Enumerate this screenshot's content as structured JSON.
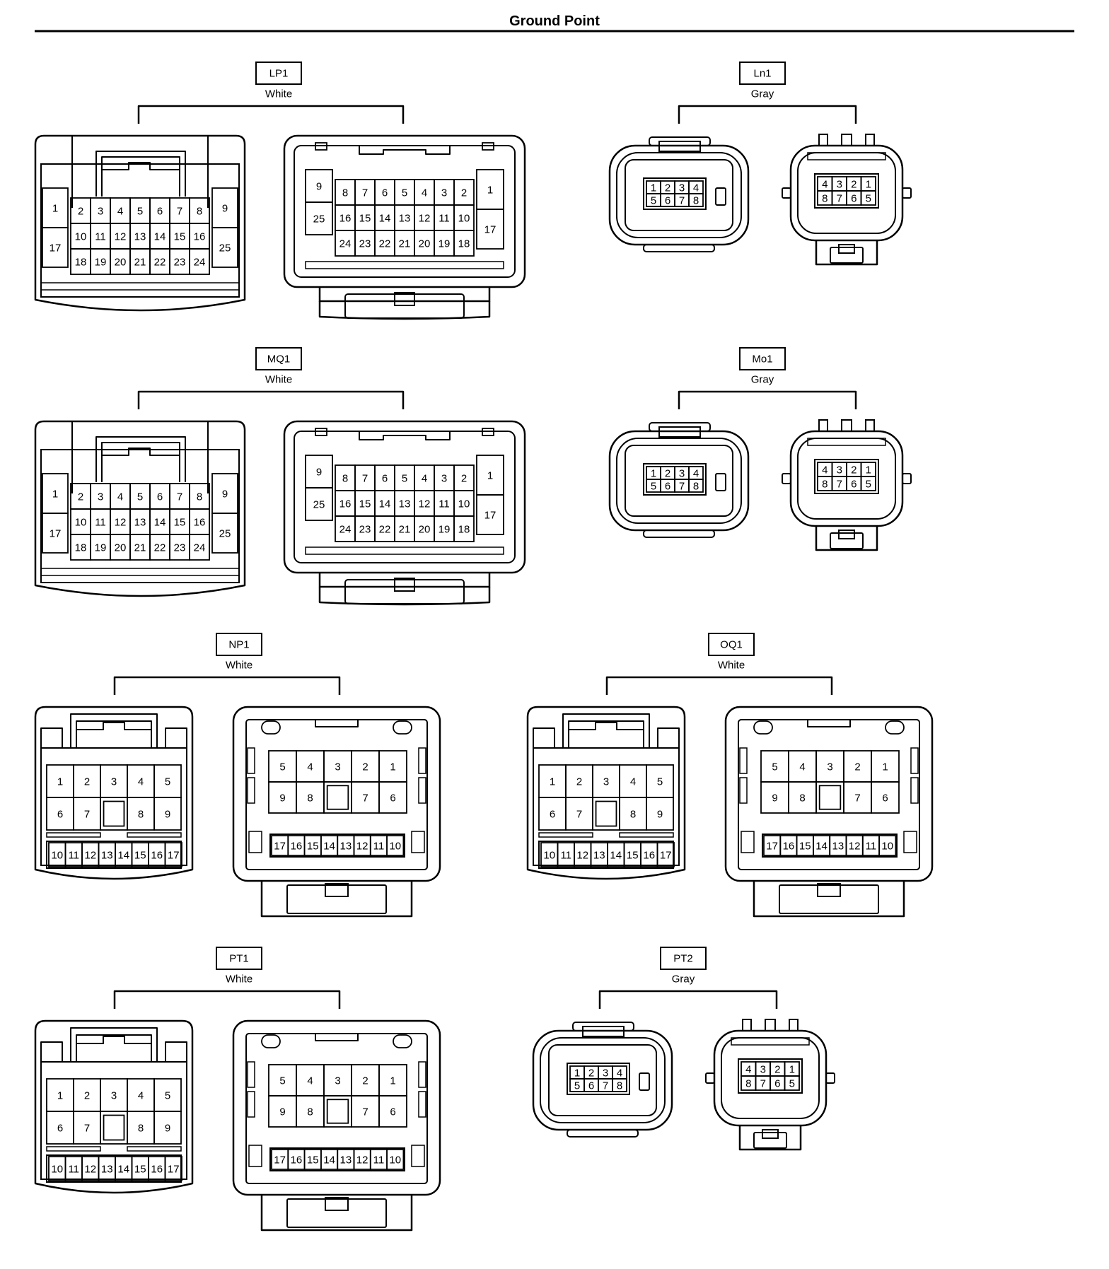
{
  "header": {
    "title": "Ground Point"
  },
  "connectors": [
    {
      "id": "LP1",
      "label": "LP1",
      "color": "White",
      "kind": "large25",
      "female": {
        "top": [
          "2",
          "3",
          "4",
          "5",
          "6",
          "7",
          "8"
        ],
        "mid": [
          "10",
          "11",
          "12",
          "13",
          "14",
          "15",
          "16"
        ],
        "bot": [
          "18",
          "19",
          "20",
          "21",
          "22",
          "23",
          "24"
        ],
        "leftTop": "1",
        "leftBot": "17",
        "rightTop": "9",
        "rightBot": "25"
      },
      "male": {
        "top": [
          "8",
          "7",
          "6",
          "5",
          "4",
          "3",
          "2"
        ],
        "mid": [
          "16",
          "15",
          "14",
          "13",
          "12",
          "11",
          "10"
        ],
        "bot": [
          "24",
          "23",
          "22",
          "21",
          "20",
          "19",
          "18"
        ],
        "leftTop": "9",
        "leftBot": "25",
        "rightTop": "1",
        "rightBot": "17"
      }
    },
    {
      "id": "Ln1",
      "label": "Ln1",
      "color": "Gray",
      "kind": "small8",
      "female": {
        "top": [
          "1",
          "2",
          "3",
          "4"
        ],
        "bot": [
          "5",
          "6",
          "7",
          "8"
        ]
      },
      "male": {
        "top": [
          "4",
          "3",
          "2",
          "1"
        ],
        "bot": [
          "8",
          "7",
          "6",
          "5"
        ]
      }
    },
    {
      "id": "MQ1",
      "label": "MQ1",
      "color": "White",
      "kind": "large25",
      "female": {
        "top": [
          "2",
          "3",
          "4",
          "5",
          "6",
          "7",
          "8"
        ],
        "mid": [
          "10",
          "11",
          "12",
          "13",
          "14",
          "15",
          "16"
        ],
        "bot": [
          "18",
          "19",
          "20",
          "21",
          "22",
          "23",
          "24"
        ],
        "leftTop": "1",
        "leftBot": "17",
        "rightTop": "9",
        "rightBot": "25"
      },
      "male": {
        "top": [
          "8",
          "7",
          "6",
          "5",
          "4",
          "3",
          "2"
        ],
        "mid": [
          "16",
          "15",
          "14",
          "13",
          "12",
          "11",
          "10"
        ],
        "bot": [
          "24",
          "23",
          "22",
          "21",
          "20",
          "19",
          "18"
        ],
        "leftTop": "9",
        "leftBot": "25",
        "rightTop": "1",
        "rightBot": "17"
      }
    },
    {
      "id": "Mo1",
      "label": "Mo1",
      "color": "Gray",
      "kind": "small8",
      "female": {
        "top": [
          "1",
          "2",
          "3",
          "4"
        ],
        "bot": [
          "5",
          "6",
          "7",
          "8"
        ]
      },
      "male": {
        "top": [
          "4",
          "3",
          "2",
          "1"
        ],
        "bot": [
          "8",
          "7",
          "6",
          "5"
        ]
      }
    },
    {
      "id": "NP1",
      "label": "NP1",
      "color": "White",
      "kind": "medium17",
      "female": {
        "top": [
          "1",
          "2",
          "3",
          "4",
          "5"
        ],
        "mid": [
          "6",
          "7",
          "",
          "8",
          "9"
        ],
        "bot": [
          "10",
          "11",
          "12",
          "13",
          "14",
          "15",
          "16",
          "17"
        ]
      },
      "male": {
        "top": [
          "5",
          "4",
          "3",
          "2",
          "1"
        ],
        "mid": [
          "9",
          "8",
          "",
          "7",
          "6"
        ],
        "bot": [
          "17",
          "16",
          "15",
          "14",
          "13",
          "12",
          "11",
          "10"
        ]
      }
    },
    {
      "id": "OQ1",
      "label": "OQ1",
      "color": "White",
      "kind": "medium17",
      "female": {
        "top": [
          "1",
          "2",
          "3",
          "4",
          "5"
        ],
        "mid": [
          "6",
          "7",
          "",
          "8",
          "9"
        ],
        "bot": [
          "10",
          "11",
          "12",
          "13",
          "14",
          "15",
          "16",
          "17"
        ]
      },
      "male": {
        "top": [
          "5",
          "4",
          "3",
          "2",
          "1"
        ],
        "mid": [
          "9",
          "8",
          "",
          "7",
          "6"
        ],
        "bot": [
          "17",
          "16",
          "15",
          "14",
          "13",
          "12",
          "11",
          "10"
        ]
      }
    },
    {
      "id": "PT1",
      "label": "PT1",
      "color": "White",
      "kind": "medium17",
      "female": {
        "top": [
          "1",
          "2",
          "3",
          "4",
          "5"
        ],
        "mid": [
          "6",
          "7",
          "",
          "8",
          "9"
        ],
        "bot": [
          "10",
          "11",
          "12",
          "13",
          "14",
          "15",
          "16",
          "17"
        ]
      },
      "male": {
        "top": [
          "5",
          "4",
          "3",
          "2",
          "1"
        ],
        "mid": [
          "9",
          "8",
          "",
          "7",
          "6"
        ],
        "bot": [
          "17",
          "16",
          "15",
          "14",
          "13",
          "12",
          "11",
          "10"
        ]
      }
    },
    {
      "id": "PT2",
      "label": "PT2",
      "color": "Gray",
      "kind": "small8",
      "female": {
        "top": [
          "1",
          "2",
          "3",
          "4"
        ],
        "bot": [
          "5",
          "6",
          "7",
          "8"
        ]
      },
      "male": {
        "top": [
          "4",
          "3",
          "2",
          "1"
        ],
        "bot": [
          "8",
          "7",
          "6",
          "5"
        ]
      }
    }
  ]
}
